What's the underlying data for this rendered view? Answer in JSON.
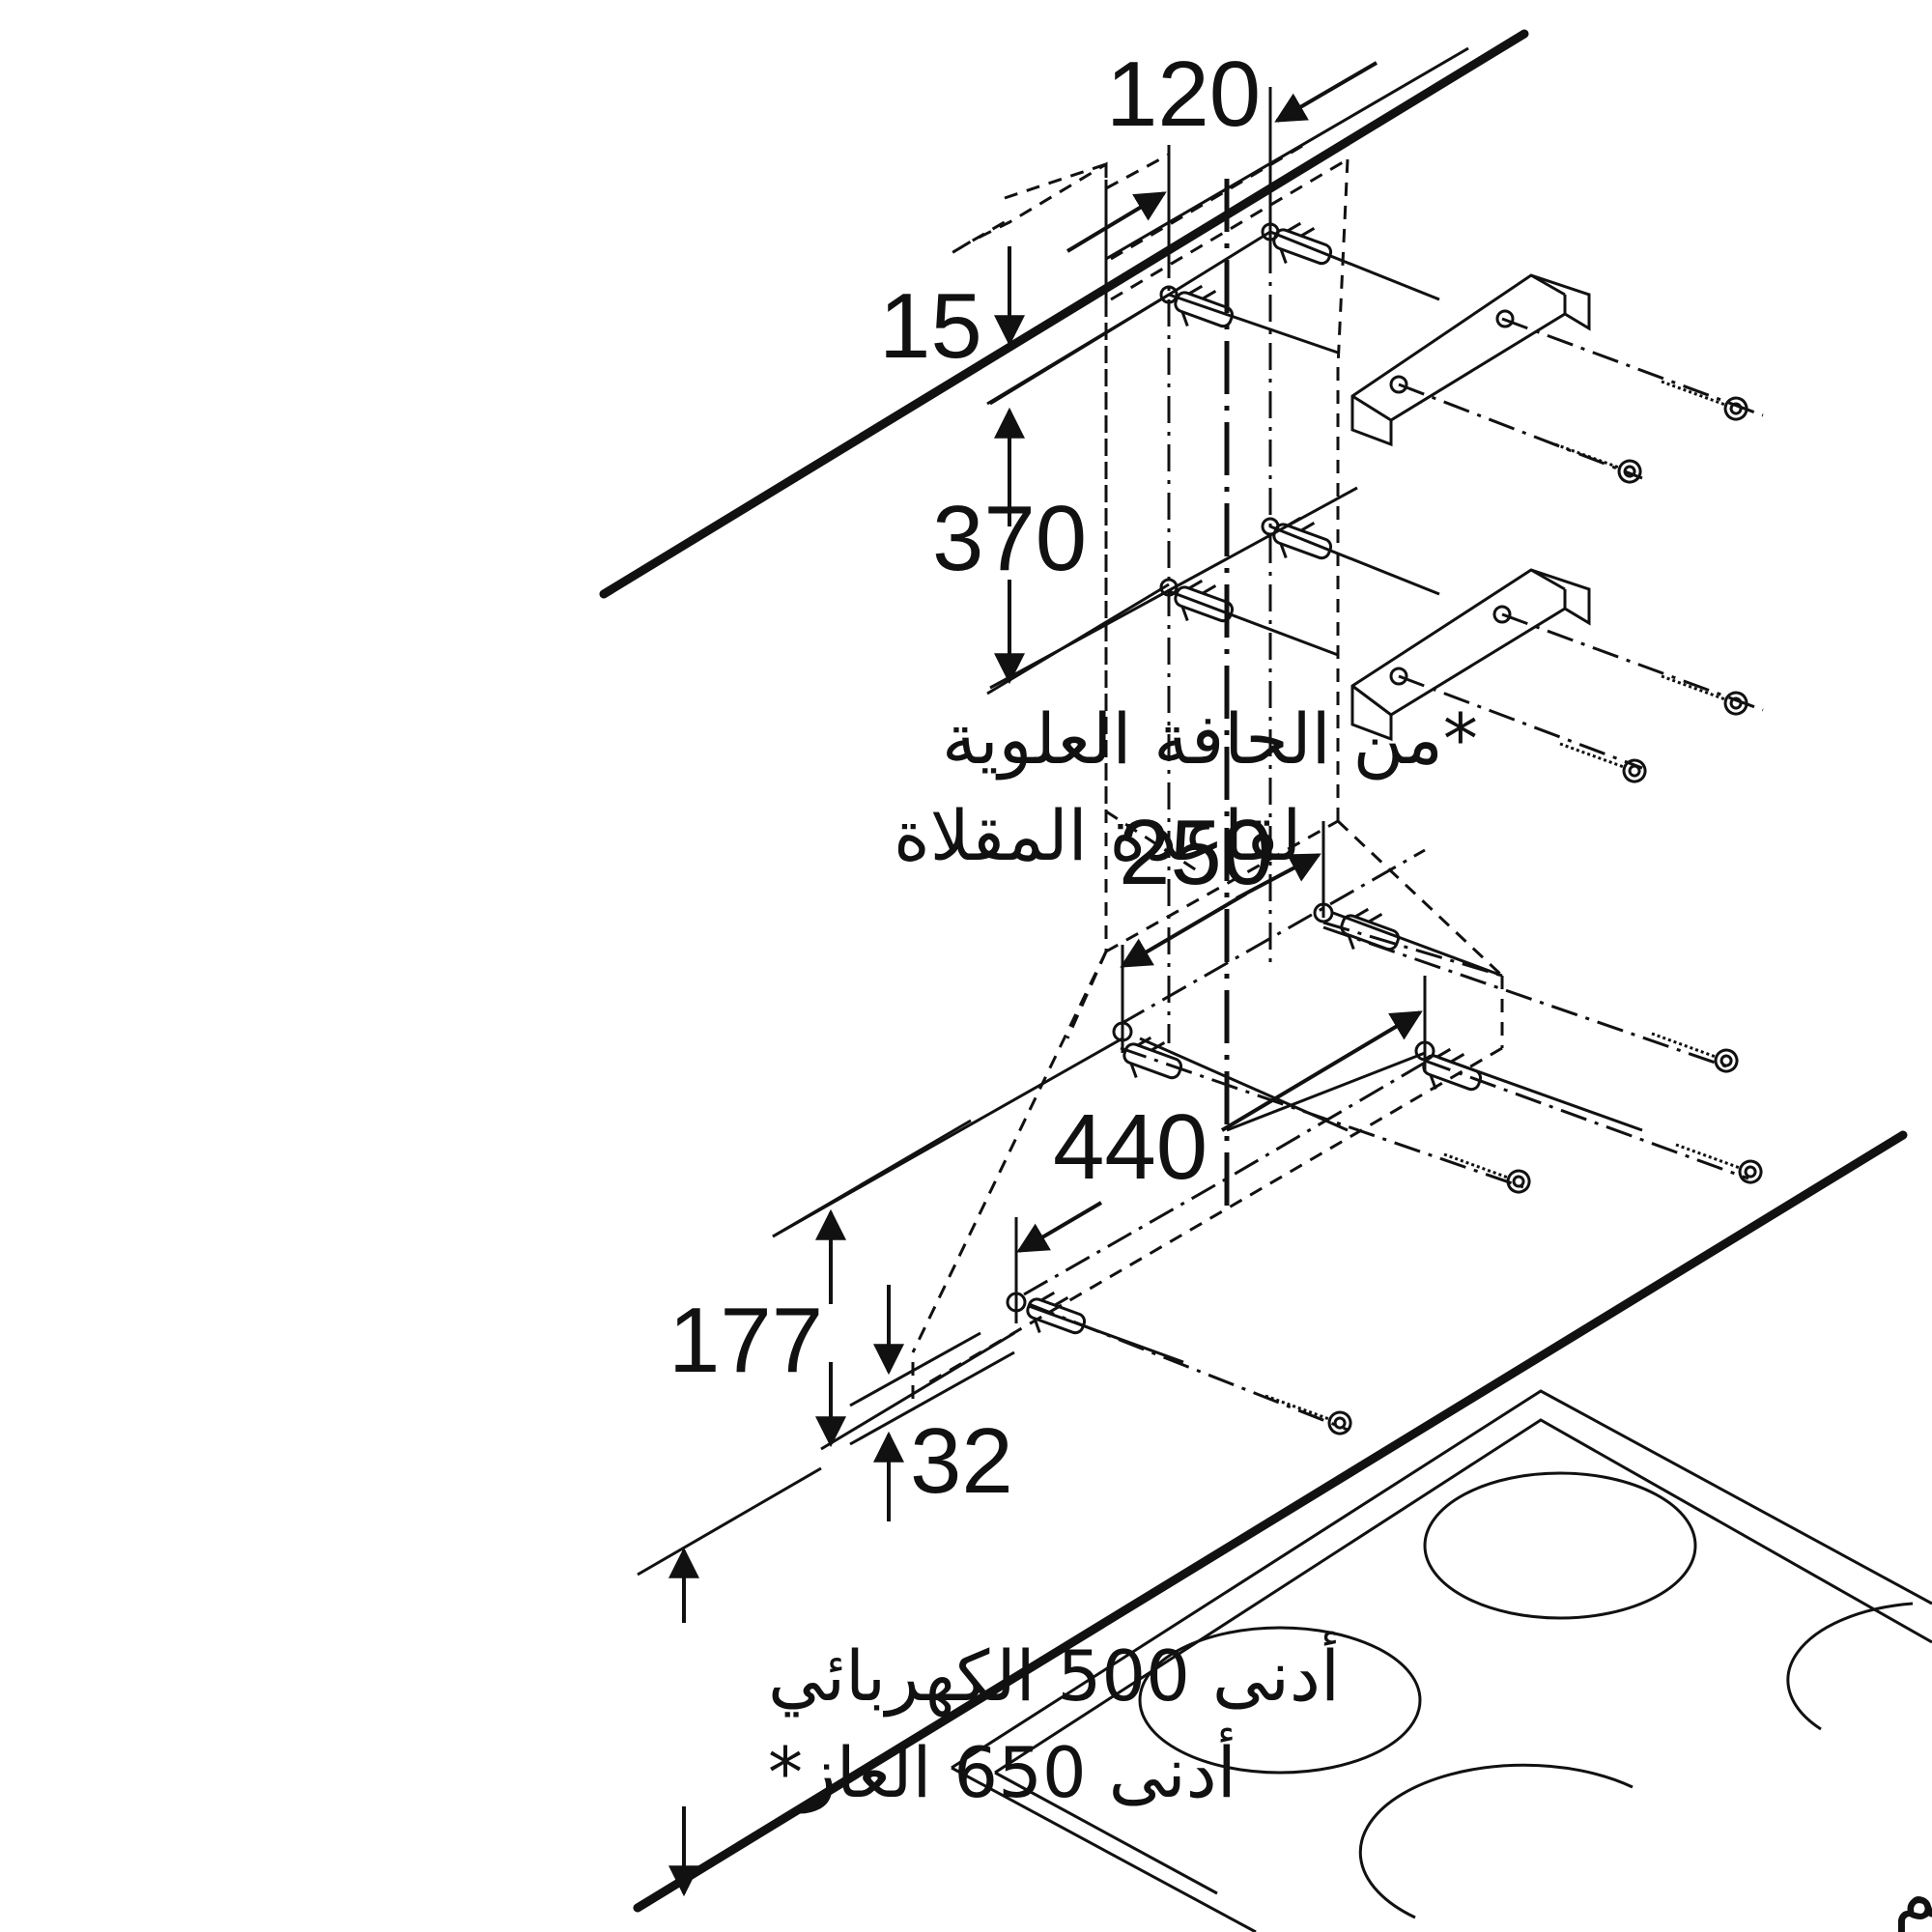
{
  "dimensions": {
    "d120": "120",
    "d15": "15",
    "d370": "370",
    "d250": "250",
    "d440": "440",
    "d177": "177",
    "d32": "32"
  },
  "notes": {
    "top_edge_line1": "*من الحافة العلوية",
    "top_edge_line2": "لقاعدة المقلاة",
    "min_electric": "أدنى 500 الكهربائي",
    "min_gas": "أدنى 650 الغاز*",
    "units": "القياسات بالمم"
  }
}
